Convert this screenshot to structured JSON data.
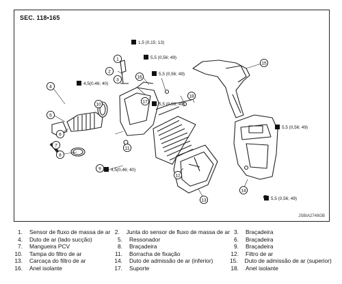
{
  "section_title": "SEC. 118•165",
  "image_code": "JSBIA2749GB",
  "callouts": [
    "1",
    "2",
    "3",
    "4",
    "5",
    "6",
    "7",
    "8",
    "9",
    "10",
    "11",
    "12",
    "13",
    "14",
    "15",
    "16",
    "17",
    "18"
  ],
  "torques": [
    {
      "value": "1,5 (0,15; 13)"
    },
    {
      "value": "5,5 (0,56; 49)"
    },
    {
      "value": "4,5(0,46; 40)"
    },
    {
      "value": "5,5 (0,56; 49)"
    },
    {
      "value": "5,5 (0,56; 49)"
    },
    {
      "value": "4,5(0,46; 40)"
    },
    {
      "value": "5,5 (0,56; 49)"
    },
    {
      "value": "5,5 (0,56; 49)"
    }
  ],
  "legend": [
    [
      "1.",
      "Sensor de fluxo de massa de ar",
      "2.",
      "Junta do sensor de fluxo de massa de ar",
      "3.",
      "Braçadeira"
    ],
    [
      "4.",
      "Duto de ar (lado sucção)",
      "5.",
      "Ressonador",
      "6.",
      "Braçadeira"
    ],
    [
      "7.",
      "Mangueira PCV",
      "8.",
      "Braçadeira",
      "9.",
      "Braçadeira"
    ],
    [
      "10.",
      "Tampa do filtro de ar",
      "11.",
      "Borracha de fixação",
      "12.",
      "Filtro de ar"
    ],
    [
      "13.",
      "Carcaça do filtro de ar",
      "14.",
      "Duto de admissão de ar  (inferior)",
      "15.",
      "Duto de admissão de ar (superior)"
    ],
    [
      "16.",
      "Anel isolante",
      "17.",
      "Suporte",
      "18.",
      "Anel isolante"
    ]
  ]
}
